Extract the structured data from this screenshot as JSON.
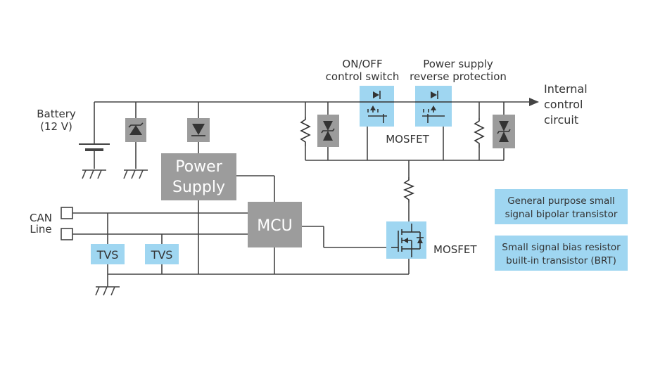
{
  "colors": {
    "wire": "#444444",
    "gray_block": "#9c9c9c",
    "blue_block": "#9fd6f1",
    "text": "#333333",
    "white_text": "#ffffff"
  },
  "labels": {
    "battery_line1": "Battery",
    "battery_line2": "(12 V)",
    "can_line1": "CAN",
    "can_line2": "Line",
    "power_supply_line1": "Power",
    "power_supply_line2": "Supply",
    "mcu": "MCU",
    "tvs1": "TVS",
    "tvs2": "TVS",
    "onoff_line1": "ON/OFF",
    "onoff_line2": "control switch",
    "reverse_line1": "Power supply",
    "reverse_line2": "reverse protection",
    "mosfet_top": "MOSFET",
    "mosfet_bottom": "MOSFET",
    "internal_line1": "Internal",
    "internal_line2": "control",
    "internal_line3": "circuit"
  },
  "legend": [
    {
      "line1": "General purpose small",
      "line2": "signal  bipolar transistor"
    },
    {
      "line1": "Small signal bias resistor",
      "line2": "built-in transistor (BRT)"
    }
  ]
}
